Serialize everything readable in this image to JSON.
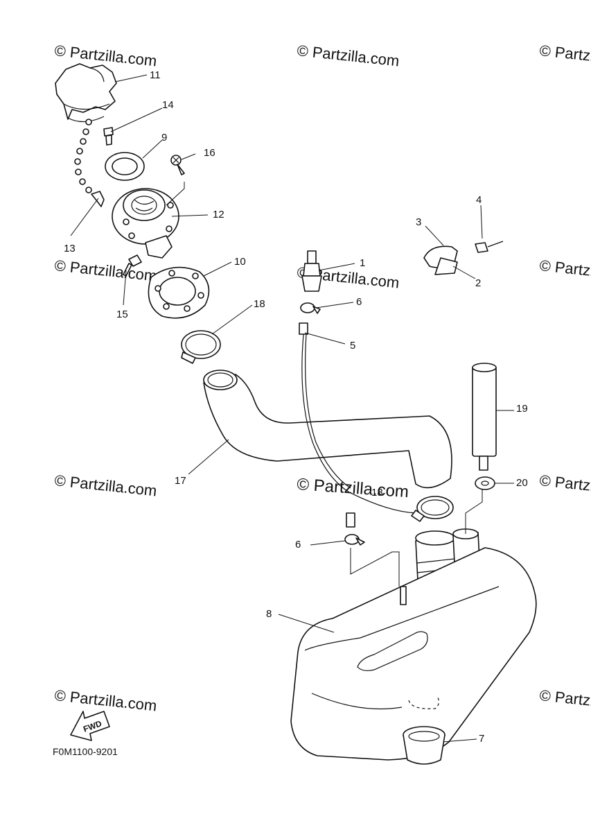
{
  "watermark": {
    "text": "© Partzilla.com",
    "color": "#e9c9c9",
    "center_text": "© Partzilla.com"
  },
  "diagram": {
    "code": "F0M1100-9201",
    "fwd_label": "FWD",
    "callouts": {
      "c1": "1",
      "c2": "2",
      "c3": "3",
      "c4": "4",
      "c5": "5",
      "c6a": "6",
      "c6b": "6",
      "c7": "7",
      "c8": "8",
      "c9": "9",
      "c10": "10",
      "c11": "11",
      "c12": "12",
      "c13": "13",
      "c14": "14",
      "c15": "15",
      "c16": "16",
      "c17": "17",
      "c18a": "18",
      "c18b": "18",
      "c19": "19",
      "c20": "20"
    }
  }
}
